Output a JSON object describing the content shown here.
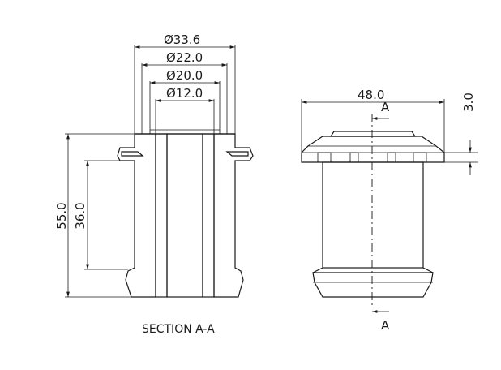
{
  "dimensions": {
    "outer_dia": "Ø33.6",
    "dia_22": "Ø22.0",
    "dia_20": "Ø20.0",
    "dia_12": "Ø12.0",
    "height_total": "55.0",
    "height_inner": "36.0",
    "width_right": "48.0",
    "flange_thk": "3.0"
  },
  "section_marks": {
    "top": "A",
    "bottom": "A"
  },
  "caption": "SECTION A-A"
}
